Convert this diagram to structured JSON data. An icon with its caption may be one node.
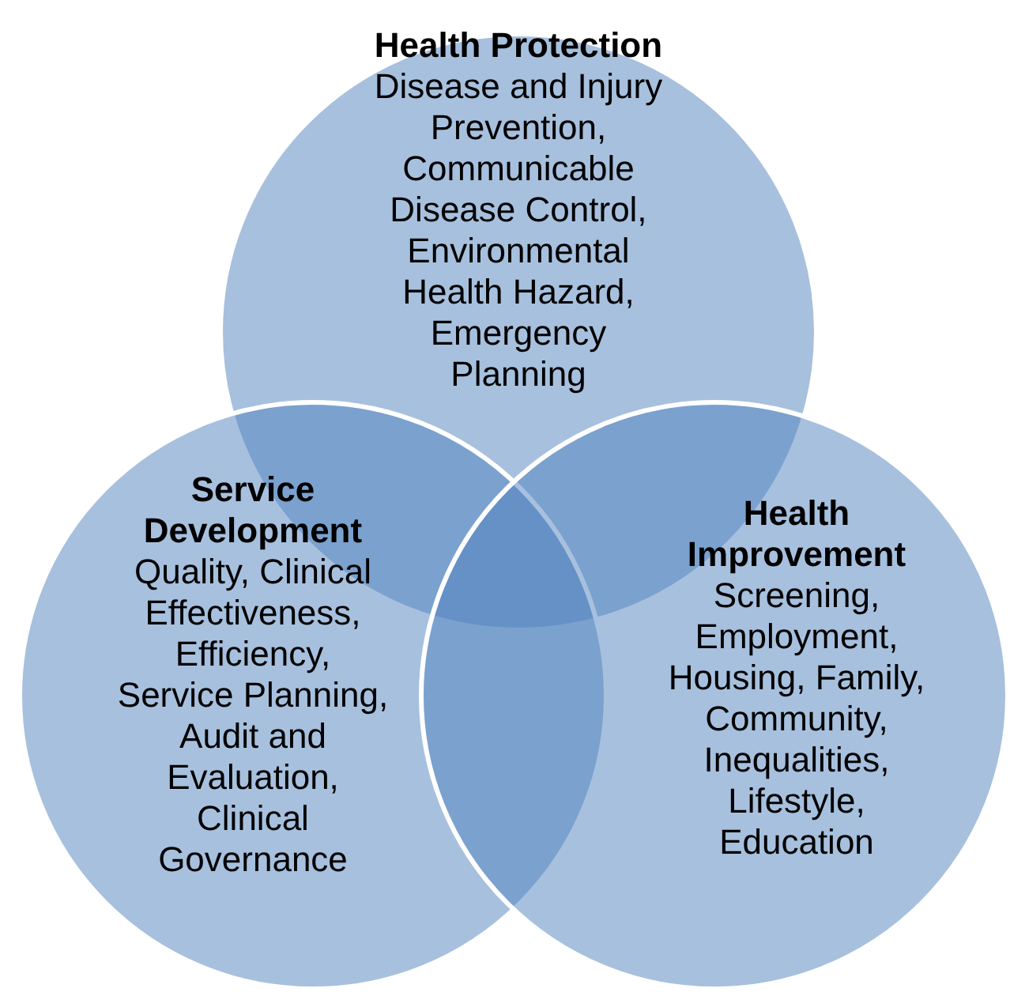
{
  "diagram": {
    "nodes": [
      {
        "text": [
          "Health Protection",
          "Disease and Injury Prevention, Communicable Disease Control, Environmental Health Hazard, Emergency Planning"
        ]
      },
      {
        "text": [
          "Service Development",
          "Quality, Clinical Effectiveness, Efficiency, Service Planning, Audit and Evaluation, Clinical Governance"
        ]
      },
      {
        "text": [
          "Health Improvement",
          "Screening, Employment, Housing, Family, Community, Inequalities, Lifestyle, Education"
        ]
      }
    ]
  }
}
